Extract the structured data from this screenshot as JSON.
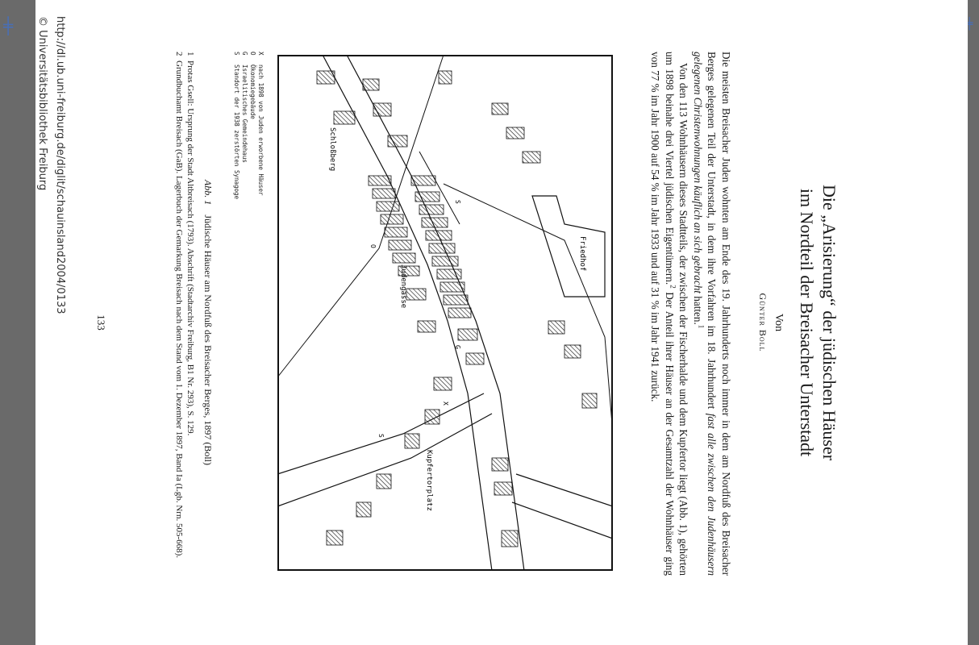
{
  "article": {
    "title_line1": "Die „Arisierung“ der jüdischen Häuser",
    "title_line2": "im Nordteil der Breisacher Unterstadt",
    "von": "Von",
    "author": "Günter Boll"
  },
  "body": {
    "p1_before": "Die meisten Breisacher Juden wohnten am Ende des 19. Jahrhunderts noch immer in dem am Nordfuß des Breisacher Berges gelegenen Teil der Unterstadt, in dem ihre Vorfahren im 18. Jahrhundert ",
    "p1_italic": "fast alle zwischen den Judenhäusern gelegenen Christenwohnungen käuflich an sich gebracht",
    "p1_after": " hatten.",
    "p1_fn": "1",
    "p2_before": "Von den 113 Wohnhäusern dieses Stadtteils, der zwischen der Fischerhalde und dem Kupfertor liegt (Abb. 1), gehörten um 1898 beinahe drei Viertel jüdischen Eigentümern.",
    "p2_fn": "2",
    "p2_after": " Der Anteil ihrer Häuser an der Gesamtzahl der Wohnhäuser ging von 77 % im Jahr 1900 auf 54 % im Jahr 1933 und auf 31 % im Jahr 1941 zurück."
  },
  "map": {
    "label_friedhof": "Friedhof",
    "label_judengasse": "Judengasse",
    "label_schlossberg": "Schloßberg",
    "label_kupfertorplatz": "Kupfertorplatz",
    "letter_s": "S",
    "letter_g": "G",
    "letter_o": "O",
    "letter_x": "X",
    "letter_s2": "S"
  },
  "legend": [
    {
      "key": "X",
      "text": "nach 1898 von Juden erworbene Häuser"
    },
    {
      "key": "O",
      "text": "Ökonomiegebäude"
    },
    {
      "key": "G",
      "text": "Israelitisches Gemeindehaus"
    },
    {
      "key": "S",
      "text": "Standort der 1938 zerstörten Synagoge"
    }
  ],
  "caption": {
    "label": "Abb. 1",
    "text": "Jüdische Häuser am Nordfuß des Breisacher Berges, 1897 (Boll)"
  },
  "footnotes": [
    {
      "num": "1",
      "text": "Protas Gsell: Ursprung der Stadt Altbreisach (1793). Abschrift (Stadtarchiv Freiburg, B1 Nr. 293), S. 129."
    },
    {
      "num": "2",
      "text": "Grundbuchamt Breisach (GaB). Lagerbuch der Gemarkung Breisach nach dem Stand vom 1. Dezember 1897, Band Ia (Lgb. Nrn. 505-668)."
    }
  ],
  "page_number": "133",
  "watermark": {
    "url": "http://dl.ub.uni-freiburg.de/diglit/schauinsland2004/0133",
    "library": "© Universitätsbibliothek Freiburg"
  },
  "colors": {
    "edge": "#6a6a6a",
    "edge_mark": "#4a6fb5",
    "ink": "#1a1a1a"
  }
}
